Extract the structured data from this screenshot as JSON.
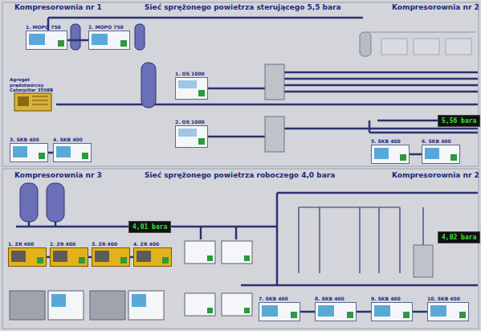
{
  "diagram": {
    "nodes": [
      {
        "text": [
          "1. MOPO 750"
        ]
      },
      {
        "text": [
          "2. MOPO 750"
        ]
      },
      {
        "text": [
          "3. SKB 400"
        ]
      },
      {
        "text": [
          "4. SKB 400"
        ]
      },
      {
        "text": [
          "1. OS 1000"
        ]
      },
      {
        "text": [
          "2. OS 1000"
        ]
      },
      {
        "text": [
          "5,56 bara"
        ]
      },
      {
        "text": [
          "5. SKB 400"
        ]
      },
      {
        "text": [
          "6. SKB 400"
        ]
      },
      {
        "text": [
          "4,01 bara"
        ]
      },
      {
        "text": [
          "4,02 bara"
        ]
      },
      {
        "text": [
          "1. ZR 400"
        ]
      },
      {
        "text": [
          "2. ZR 400"
        ]
      },
      {
        "text": [
          "3. ZR 400"
        ]
      },
      {
        "text": [
          "4. ZR 400"
        ]
      },
      {
        "text": [
          "7. SKB 400"
        ]
      },
      {
        "text": [
          "8. SKB 400"
        ]
      },
      {
        "text": [
          "9. SKB 400"
        ]
      },
      {
        "text": [
          "10. SKB 400"
        ]
      }
    ],
    "edges": [
      {
        "from": 0,
        "to": 1,
        "arrow": "none"
      },
      {
        "from": 2,
        "to": 3,
        "arrow": "none"
      },
      {
        "from": 7,
        "to": 8,
        "arrow": "none"
      },
      {
        "from": 11,
        "to": 12,
        "arrow": "none"
      },
      {
        "from": 12,
        "to": 13,
        "arrow": "none"
      },
      {
        "from": 13,
        "to": 14,
        "arrow": "none"
      },
      {
        "from": 15,
        "to": 16,
        "arrow": "none"
      },
      {
        "from": 16,
        "to": 17,
        "arrow": "none"
      },
      {
        "from": 17,
        "to": 18,
        "arrow": "none"
      }
    ],
    "labels": [
      "Kompresorownia nr 1",
      "Sieć sprężonego powietrza sterującego 5,5 bara",
      "Kompresorownia nr 2",
      "Agregat prądotwórczy Caterpillar 3508B",
      "Kompresorownia nr 3",
      "Sieć sprężonego powietrza roboczego 4,0 bara",
      "Kompresorownia nr 2"
    ]
  }
}
